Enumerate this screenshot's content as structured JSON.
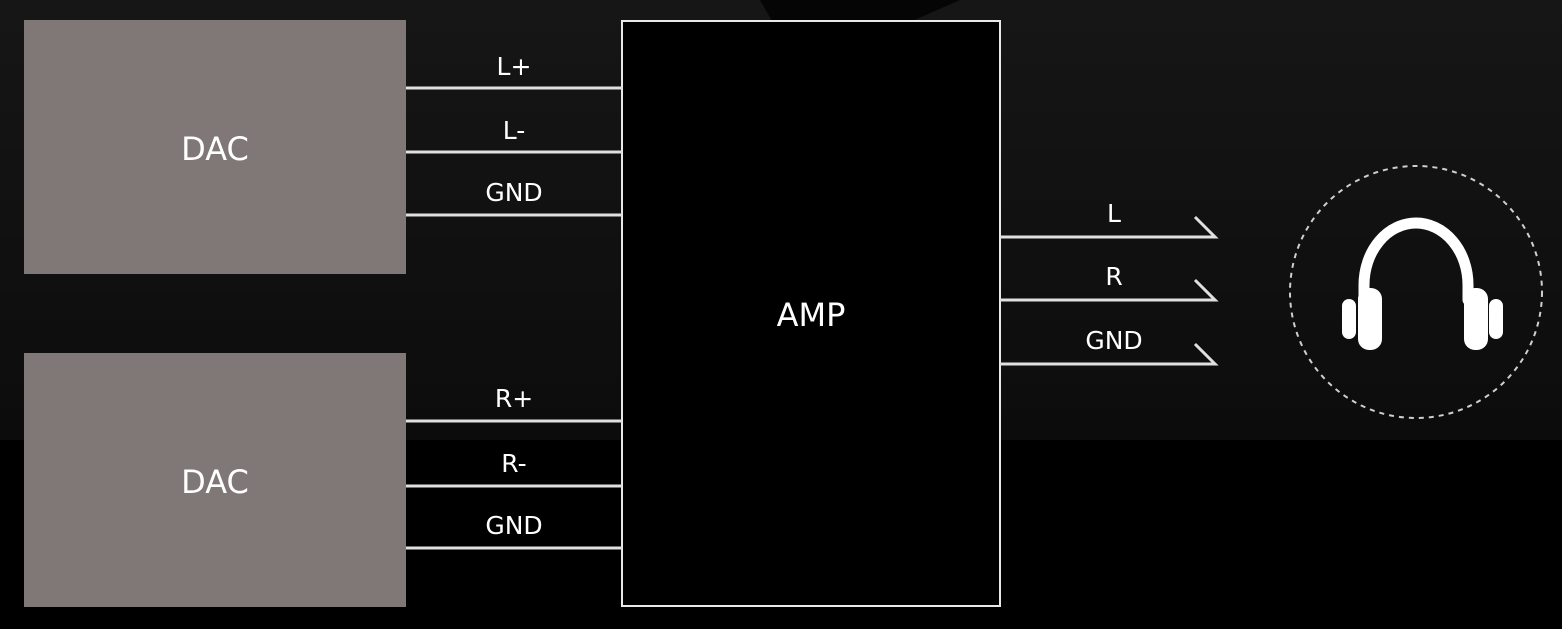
{
  "colors": {
    "background": "#000000",
    "dac_fill": "#7f7877",
    "wire": "#e0e0e0",
    "text": "#ffffff",
    "amp_border": "#e8e8e8"
  },
  "blocks": {
    "dac_left": {
      "label": "DAC"
    },
    "dac_right": {
      "label": "DAC"
    },
    "amp": {
      "label": "AMP"
    }
  },
  "wires": {
    "dac_left": [
      {
        "label": "L+"
      },
      {
        "label": "L-"
      },
      {
        "label": "GND"
      }
    ],
    "dac_right": [
      {
        "label": "R+"
      },
      {
        "label": "R-"
      },
      {
        "label": "GND"
      }
    ],
    "output": [
      {
        "label": "L"
      },
      {
        "label": "R"
      },
      {
        "label": "GND"
      }
    ]
  },
  "headphones": {
    "icon": "headphones-icon"
  }
}
